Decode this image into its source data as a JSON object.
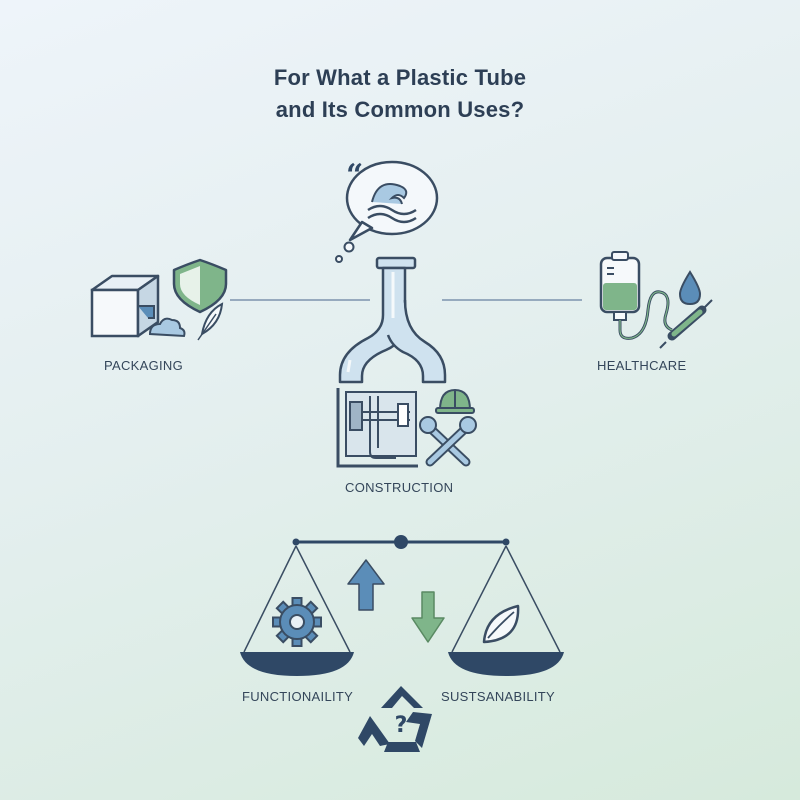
{
  "title": {
    "line1": "For What a Plastic Tube",
    "line2": "and Its Common Uses?"
  },
  "nodes": {
    "packaging": "PACKAGING",
    "healthcare": "HEALTHCARE",
    "construction": "CONSTRUCTION",
    "functionality": "FUNCTIONAILITY",
    "sustainability": "SUSTSANABILITY"
  },
  "colors": {
    "outline": "#3a4d63",
    "tube_fill": "#cfe2ef",
    "blue_accent": "#5b8db8",
    "green_accent": "#7fb58a",
    "dark_navy": "#2f4866"
  },
  "icons": [
    "speech-bubble-icon",
    "wave-icon",
    "box-icon",
    "shield-icon",
    "feather-icon",
    "cloud-icon",
    "iv-bag-icon",
    "drop-icon",
    "syringe-icon",
    "pipe-panel-icon",
    "hard-hat-icon",
    "wrench-icon",
    "scale-icon",
    "gear-icon",
    "arrow-up-icon",
    "arrow-down-icon",
    "leaf-icon",
    "recycle-icon"
  ]
}
